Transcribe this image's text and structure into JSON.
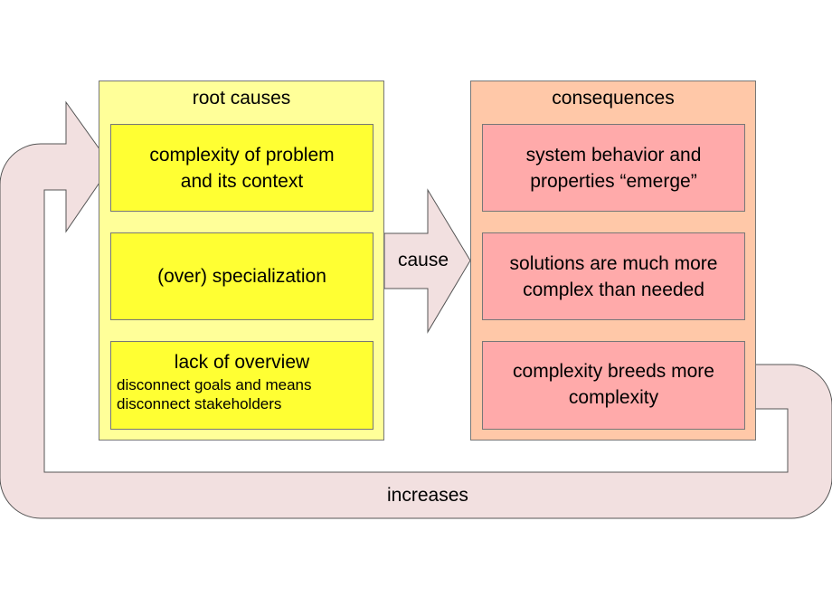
{
  "root_causes": {
    "title": "root causes",
    "items": [
      {
        "lines": [
          "complexity of problem",
          "and its context"
        ]
      },
      {
        "lines": [
          "(over) specialization"
        ]
      },
      {
        "lines": [
          "lack of overview"
        ],
        "sub_lines": [
          "disconnect goals and means",
          "disconnect stakeholders"
        ]
      }
    ]
  },
  "consequences": {
    "title": "consequences",
    "items": [
      {
        "lines": [
          "system behavior and",
          "properties “emerge”"
        ]
      },
      {
        "lines": [
          "solutions are much more",
          "complex than needed"
        ]
      },
      {
        "lines": [
          "complexity breeds more",
          "complexity"
        ]
      }
    ]
  },
  "connectors": {
    "cause_label": "cause",
    "loop_label": "increases"
  },
  "colors": {
    "root_panel": "#ffff99",
    "root_box": "#ffff33",
    "consequence_panel": "#ffc8a8",
    "consequence_box": "#ffaaaa",
    "flow_arrow": "#ff0000",
    "loop_arrow": "#f2e0e0"
  }
}
